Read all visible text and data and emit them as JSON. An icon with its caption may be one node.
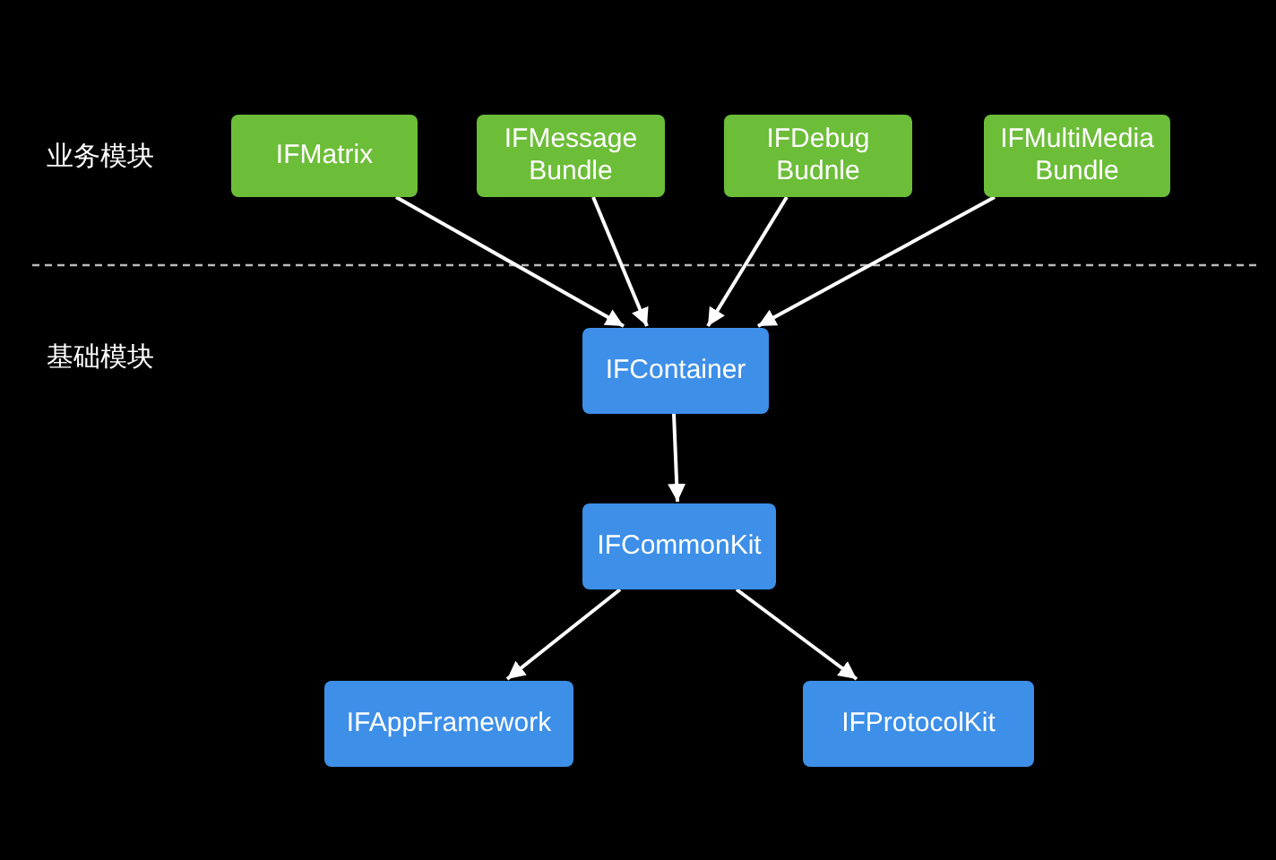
{
  "diagram": {
    "nodes": [
      {
        "text": [
          "IFMatrix"
        ]
      },
      {
        "text": [
          "IFMessage Bundle"
        ]
      },
      {
        "text": [
          "IFDebug Budnle"
        ]
      },
      {
        "text": [
          "IFMultiMedia Bundle"
        ]
      },
      {
        "text": [
          "IFContainer"
        ]
      },
      {
        "text": [
          "IFCommonKit"
        ]
      },
      {
        "text": [
          "IFAppFramework"
        ]
      },
      {
        "text": [
          "IFProtocolKit"
        ]
      }
    ],
    "edges": [
      {
        "from": 0,
        "to": 4,
        "arrow": "to"
      },
      {
        "from": 1,
        "to": 4,
        "arrow": "to"
      },
      {
        "from": 2,
        "to": 4,
        "arrow": "to"
      },
      {
        "from": 3,
        "to": 4,
        "arrow": "to"
      },
      {
        "from": 4,
        "to": 5,
        "arrow": "to"
      },
      {
        "from": 5,
        "to": 6,
        "arrow": "to"
      },
      {
        "from": 5,
        "to": 7,
        "arrow": "to"
      }
    ],
    "labels": [
      "业务模块",
      "基础模块"
    ]
  }
}
